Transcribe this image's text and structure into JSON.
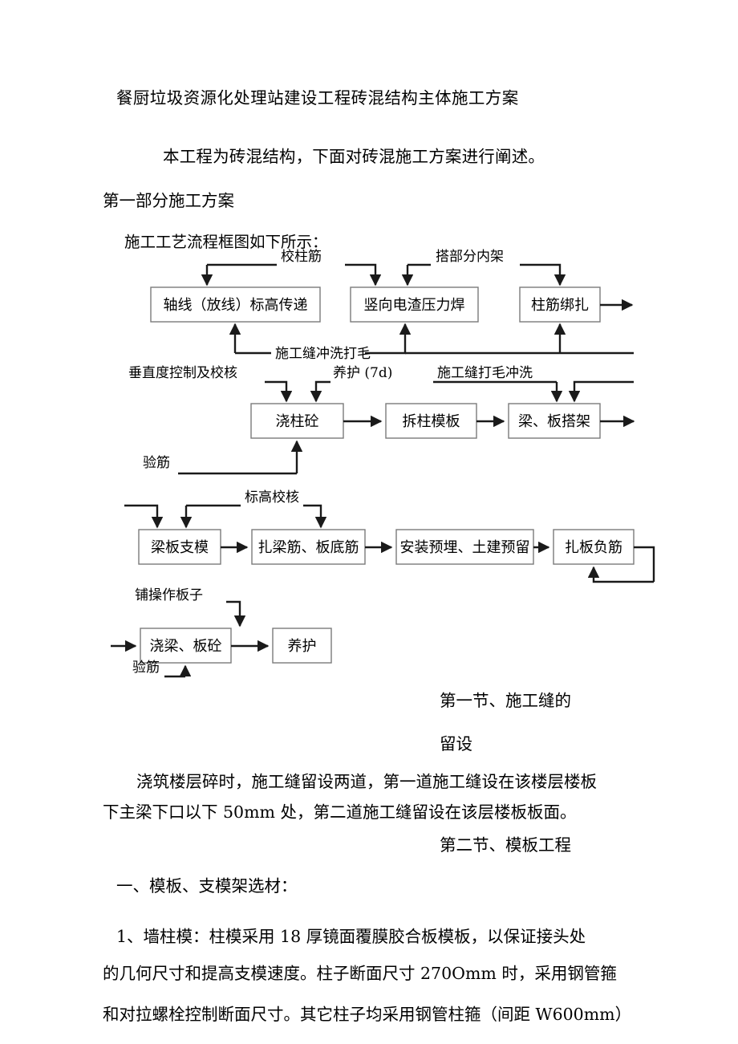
{
  "document": {
    "title": "餐厨垃圾资源化处理站建设工程砖混结构主体施工方案",
    "intro": "本工程为砖混结构，下面对砖混施工方案进行阐述。",
    "part_heading": "第一部分施工方案",
    "flow_intro": "施工工艺流程框图如下所示："
  },
  "flowchart": {
    "boxes": {
      "r1c1": "轴线（放线）标高传递",
      "r1c2": "竖向电渣压力焊",
      "r1c3": "柱筋绑扎",
      "r2c1": "浇柱砼",
      "r2c2": "拆柱模板",
      "r2c3": "梁、板搭架",
      "r3c1": "梁板支模",
      "r3c2": "扎梁筋、板底筋",
      "r3c3": "安装预埋、土建预留",
      "r3c4": "扎板负筋",
      "r4c1": "浇梁、板砼",
      "r4c2": "养护"
    },
    "edge_labels": {
      "jiao_zhu_jin": "校柱筋",
      "da_bufen_neijia": "搭部分内架",
      "shigongfeng_chongxi_damao": "施工缝冲洗打毛",
      "chuizhidu_kongzhi": "垂直度控制及校核",
      "yanghu_7d": "养护 (7d)",
      "shigongfeng_damao_chongxi": "施工缝打毛冲洗",
      "yanjin_1": "验筋",
      "biaogao_jiaohe": "标高校核",
      "pu_caozuo_banzi": "铺操作板子",
      "yanjin_2": "验筋"
    }
  },
  "sections": {
    "section1_line1": "第一节、施工缝的",
    "section1_line2": "留设",
    "section2": "第二节、模板工程"
  },
  "paragraphs": {
    "p1_line1": "浇筑楼层碎时，施工缝留设两道，第一道施工缝设在该楼层楼板",
    "p1_line2": "下主梁下口以下 50mm 处，第二道施工缝留设在该层楼板板面。",
    "p2": "一、模板、支模架选材：",
    "p3_line1": "1、墙柱模：柱模采用 18 厚镜面覆膜胶合板模板，以保证接头处",
    "p3_line2": "的几何尺寸和提高支模速度。柱子断面尺寸 270Omm 时，采用钢管箍",
    "p3_line3": "和对拉螺栓控制断面尺寸。其它柱子均采用钢管柱箍（间距 W600mm）"
  }
}
